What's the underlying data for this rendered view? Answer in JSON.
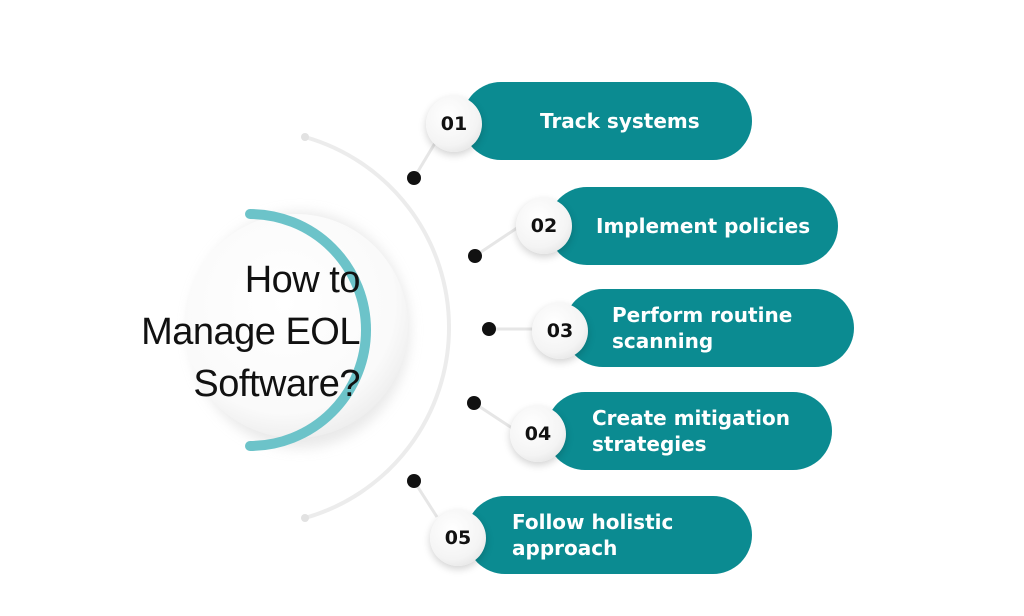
{
  "title": {
    "line1": "How to",
    "line2": "Manage EOL",
    "line3": "Software?"
  },
  "colors": {
    "accent": "#0b8b91",
    "ring": "#6cc3c9",
    "text": "#111111"
  },
  "steps": [
    {
      "number": "01",
      "line1": "Track systems",
      "line2": ""
    },
    {
      "number": "02",
      "line1": "Implement policies",
      "line2": ""
    },
    {
      "number": "03",
      "line1": "Perform routine",
      "line2": "scanning"
    },
    {
      "number": "04",
      "line1": "Create mitigation",
      "line2": "strategies"
    },
    {
      "number": "05",
      "line1": "Follow holistic",
      "line2": "approach"
    }
  ]
}
